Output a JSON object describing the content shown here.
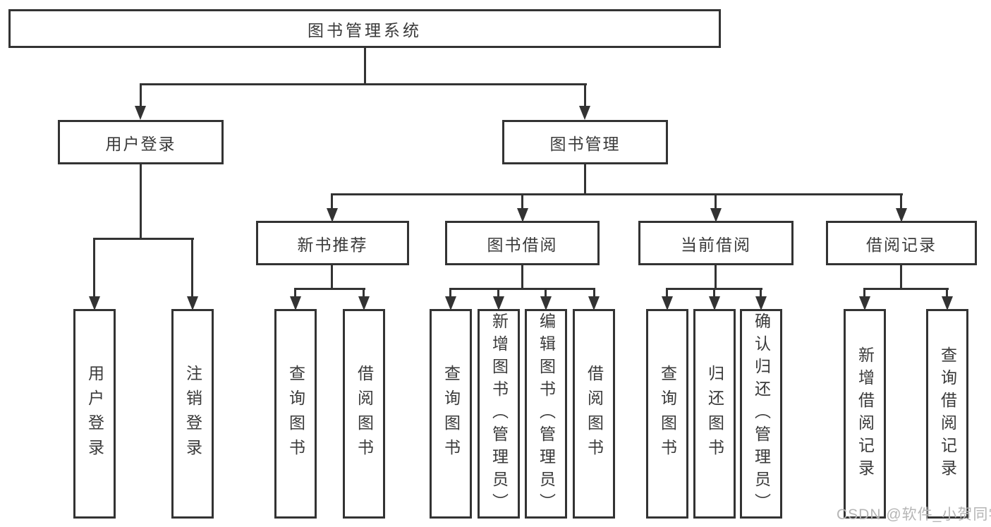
{
  "colors": {
    "line": "#333333",
    "text": "#3a3a3a",
    "box_fill": "#ffffff",
    "background": "#ffffff"
  },
  "watermark": {
    "text": "CSDN @软件_小贺同学",
    "color": "#b5b5b5"
  },
  "diagram": {
    "type": "tree",
    "root": {
      "label": "图书管理系统"
    },
    "branches": [
      {
        "label": "用户登录",
        "children": [
          {
            "label": "用户登录"
          },
          {
            "label": "注销登录"
          }
        ]
      },
      {
        "label": "图书管理",
        "children": [
          {
            "label": "新书推荐",
            "children": [
              {
                "label": "查询图书"
              },
              {
                "label": "借阅图书"
              }
            ]
          },
          {
            "label": "图书借阅",
            "children": [
              {
                "label": "查询图书"
              },
              {
                "label": "新增图书（管理员）"
              },
              {
                "label": "编辑图书（管理员）"
              },
              {
                "label": "借阅图书"
              }
            ]
          },
          {
            "label": "当前借阅",
            "children": [
              {
                "label": "查询图书"
              },
              {
                "label": "归还图书"
              },
              {
                "label": "确认归还（管理员）"
              }
            ]
          },
          {
            "label": "借阅记录",
            "children": [
              {
                "label": "新增借阅记录"
              },
              {
                "label": "查询借阅记录"
              }
            ]
          }
        ]
      }
    ]
  }
}
